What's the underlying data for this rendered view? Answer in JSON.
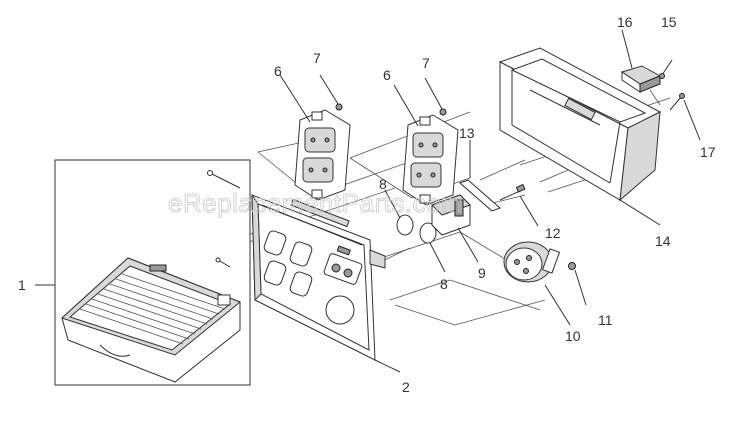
{
  "watermark": "eReplacementParts.com",
  "callouts": [
    "1",
    "2",
    "6",
    "7",
    "6",
    "7",
    "8",
    "8",
    "9",
    "12",
    "13",
    "10",
    "11",
    "14",
    "16",
    "15",
    "17"
  ]
}
